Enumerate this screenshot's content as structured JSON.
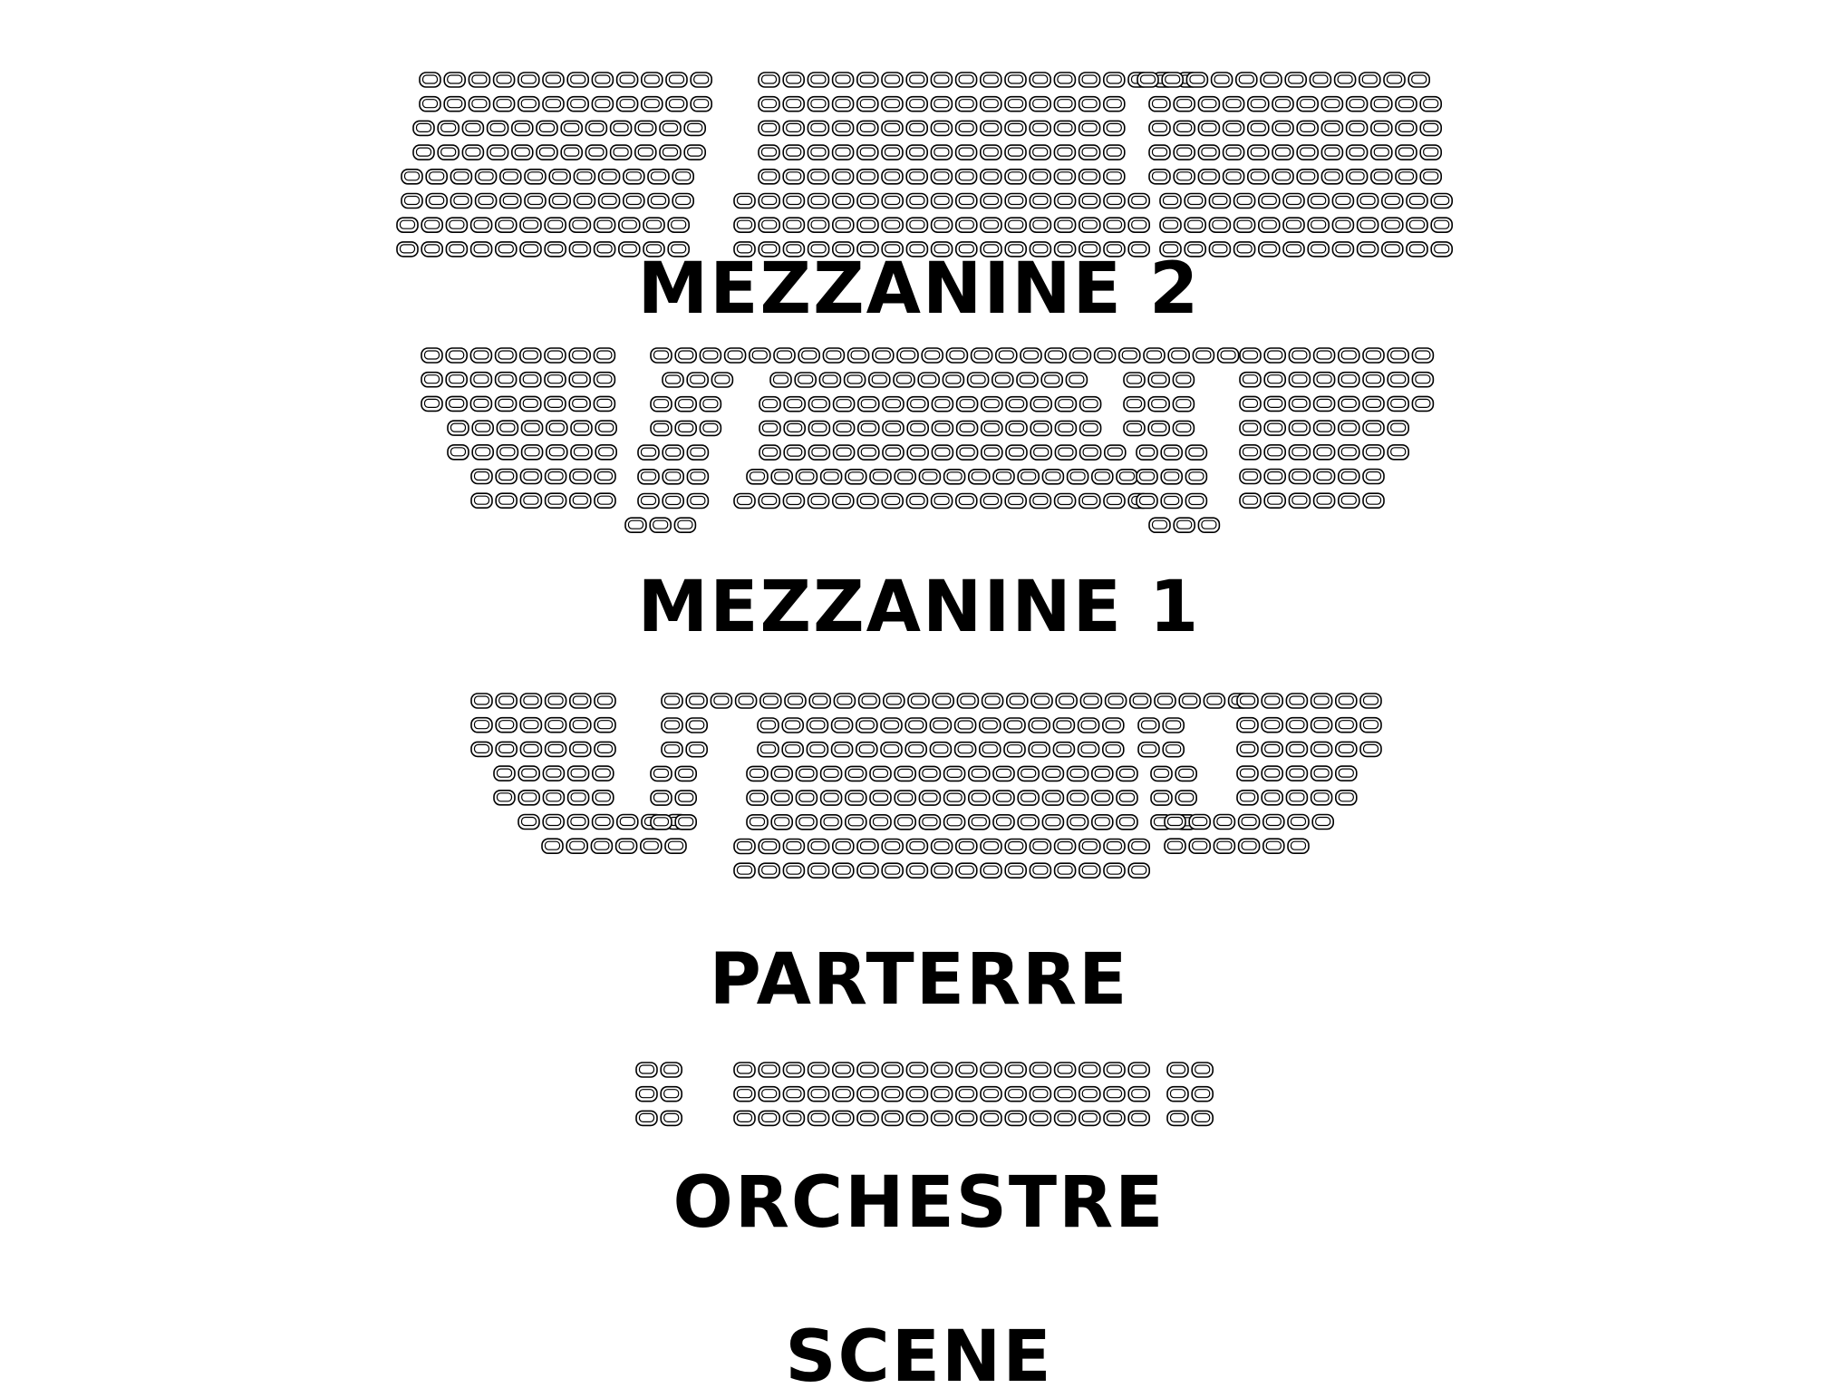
{
  "labels": {
    "mezzanine2": "MEZZANINE 2",
    "mezzanine1": "MEZZANINE 1",
    "parterre": "PARTERRE",
    "orchestre": "ORCHESTRE",
    "scene": "SCENE"
  },
  "colors": {
    "seat_stroke": "#000000",
    "seat_fill": "#ffffff",
    "text": "#000000"
  },
  "seat_icon": "seat-icon",
  "blocks": [
    {
      "name": "mezzanine2-left",
      "rows": [
        12,
        12,
        12,
        12,
        12,
        12,
        12,
        12
      ]
    },
    {
      "name": "mezzanine2-center",
      "rows": [
        18,
        15,
        15,
        15,
        15,
        17,
        17,
        17
      ]
    },
    {
      "name": "mezzanine2-right",
      "rows": [
        12,
        12,
        12,
        12,
        12,
        12,
        12,
        12
      ]
    },
    {
      "name": "mezzanine1-left",
      "rows": [
        8,
        8,
        8,
        7,
        7,
        6,
        6
      ]
    },
    {
      "name": "mezzanine1-center-top",
      "rows": [
        24
      ]
    },
    {
      "name": "mezzanine1-center-inner-left",
      "rows": [
        3,
        3,
        3,
        3,
        3,
        3,
        3
      ]
    },
    {
      "name": "mezzanine1-center",
      "rows": [
        13,
        14,
        14,
        15,
        16,
        17
      ]
    },
    {
      "name": "mezzanine1-center-inner-right",
      "rows": [
        3,
        3,
        3,
        3,
        3,
        3,
        3
      ]
    },
    {
      "name": "mezzanine1-right",
      "rows": [
        8,
        8,
        8,
        7,
        7,
        6,
        6
      ]
    },
    {
      "name": "parterre-left",
      "rows": [
        6,
        6,
        6,
        5,
        5,
        7,
        6
      ]
    },
    {
      "name": "parterre-center-top",
      "rows": [
        24
      ]
    },
    {
      "name": "parterre-center-inner-left",
      "rows": [
        2,
        2,
        2,
        2,
        2
      ]
    },
    {
      "name": "parterre-center",
      "rows": [
        15,
        15,
        16,
        16,
        16,
        17,
        17
      ]
    },
    {
      "name": "parterre-center-inner-right",
      "rows": [
        2,
        2,
        2,
        2,
        2
      ]
    },
    {
      "name": "parterre-right",
      "rows": [
        6,
        6,
        6,
        5,
        5,
        7,
        6
      ]
    },
    {
      "name": "orchestre-left",
      "rows": [
        2,
        2,
        2
      ]
    },
    {
      "name": "orchestre-center",
      "rows": [
        17,
        17,
        17
      ]
    },
    {
      "name": "orchestre-right",
      "rows": [
        2,
        2,
        2
      ]
    }
  ]
}
